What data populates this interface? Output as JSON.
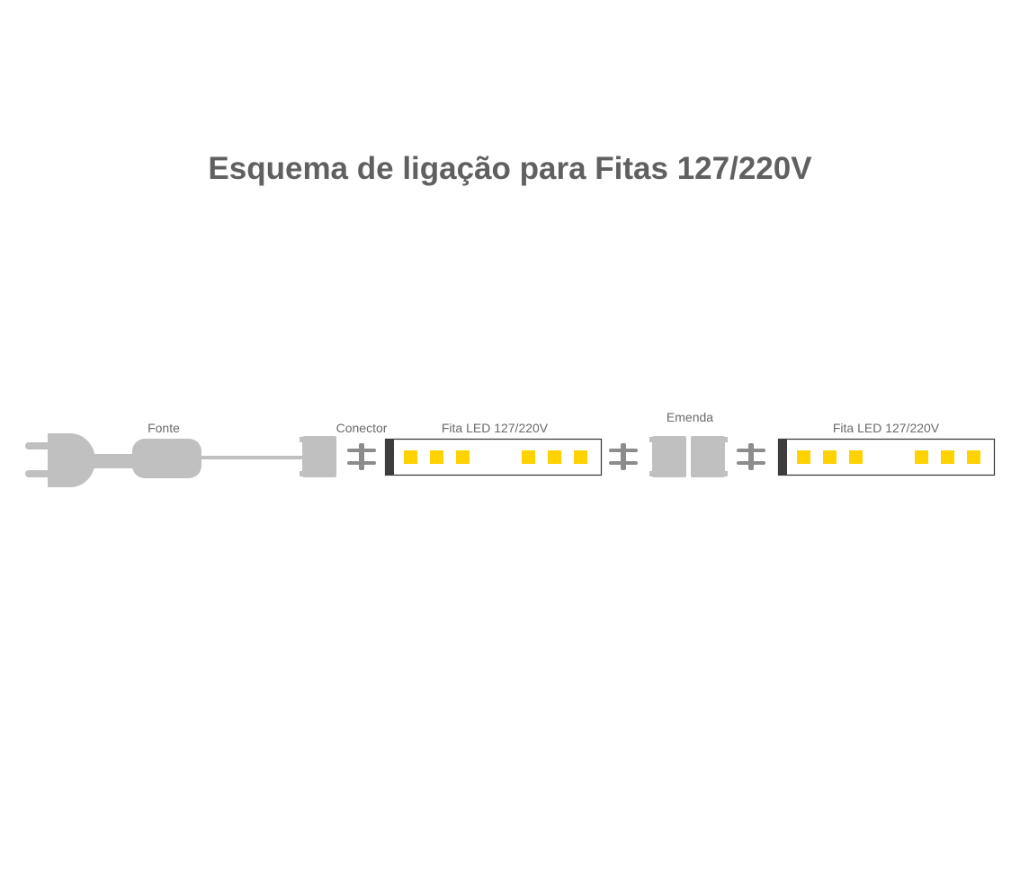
{
  "title": "Esquema de ligação para Fitas 127/220V",
  "labels": {
    "fonte": "Fonte",
    "conector": "Conector",
    "fita_1": "Fita LED 127/220V",
    "emenda": "Emenda",
    "fita_2": "Fita LED 127/220V"
  },
  "colors": {
    "title": "#606060",
    "label": "#6a6a6a",
    "component": "#c0c0c0",
    "pin": "#8c8c8c",
    "strip_border": "#333333",
    "strip_cap": "#3d3d3d",
    "led": "#ffd200"
  },
  "led_groups": [
    3,
    3
  ]
}
